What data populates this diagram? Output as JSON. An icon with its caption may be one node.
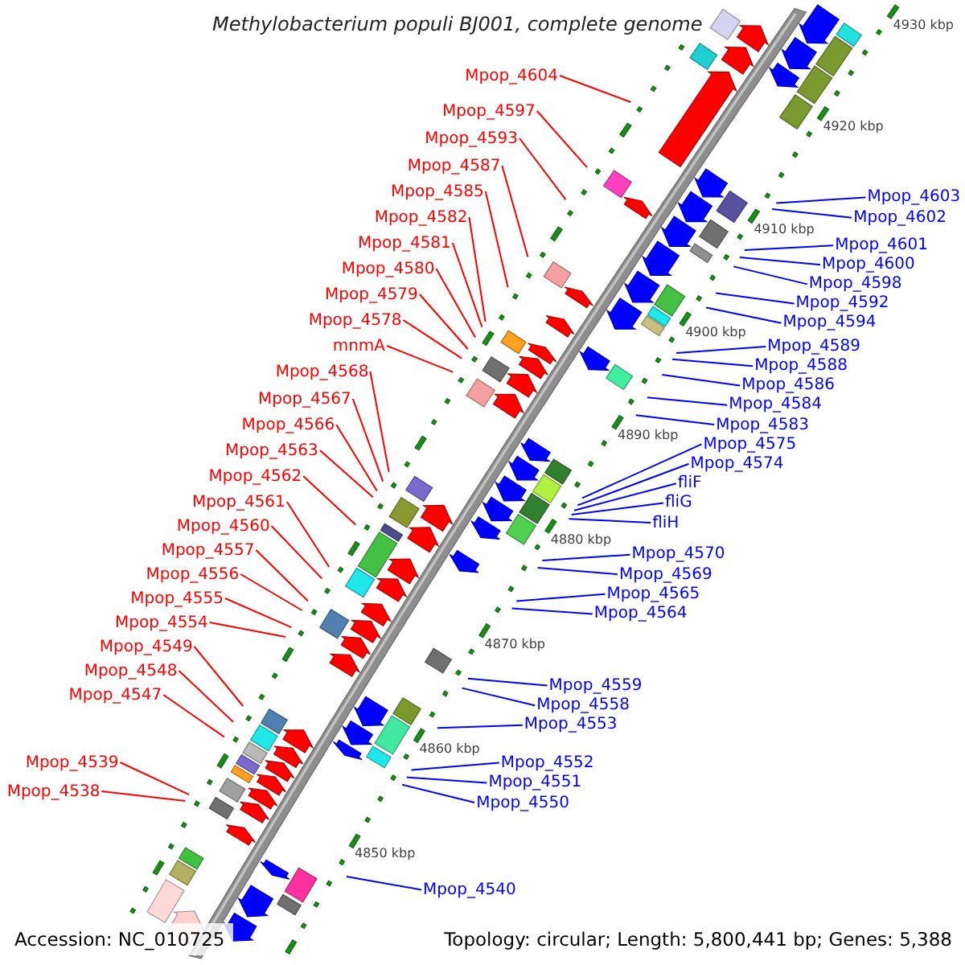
{
  "diagram": {
    "title": "Methylobacterium populi BJ001, complete genome",
    "nodes": [
      {
        "text": [
          "Mpop_4604"
        ]
      },
      {
        "text": [
          "Mpop_4597"
        ]
      },
      {
        "text": [
          "Mpop_4593"
        ]
      },
      {
        "text": [
          "Mpop_4587"
        ]
      },
      {
        "text": [
          "Mpop_4585"
        ]
      },
      {
        "text": [
          "Mpop_4582"
        ]
      },
      {
        "text": [
          "Mpop_4581"
        ]
      },
      {
        "text": [
          "Mpop_4580"
        ]
      },
      {
        "text": [
          "Mpop_4579"
        ]
      },
      {
        "text": [
          "Mpop_4578"
        ]
      },
      {
        "text": [
          "mnmA"
        ]
      },
      {
        "text": [
          "Mpop_4568"
        ]
      },
      {
        "text": [
          "Mpop_4567"
        ]
      },
      {
        "text": [
          "Mpop_4566"
        ]
      },
      {
        "text": [
          "Mpop_4563"
        ]
      },
      {
        "text": [
          "Mpop_4562"
        ]
      },
      {
        "text": [
          "Mpop_4561"
        ]
      },
      {
        "text": [
          "Mpop_4560"
        ]
      },
      {
        "text": [
          "Mpop_4557"
        ]
      },
      {
        "text": [
          "Mpop_4556"
        ]
      },
      {
        "text": [
          "Mpop_4555"
        ]
      },
      {
        "text": [
          "Mpop_4554"
        ]
      },
      {
        "text": [
          "Mpop_4549"
        ]
      },
      {
        "text": [
          "Mpop_4548"
        ]
      },
      {
        "text": [
          "Mpop_4547"
        ]
      },
      {
        "text": [
          "Mpop_4539"
        ]
      },
      {
        "text": [
          "Mpop_4538"
        ]
      },
      {
        "text": [
          "Mpop_4603"
        ]
      },
      {
        "text": [
          "Mpop_4602"
        ]
      },
      {
        "text": [
          "Mpop_4601"
        ]
      },
      {
        "text": [
          "Mpop_4600"
        ]
      },
      {
        "text": [
          "Mpop_4598"
        ]
      },
      {
        "text": [
          "Mpop_4592"
        ]
      },
      {
        "text": [
          "Mpop_4594"
        ]
      },
      {
        "text": [
          "Mpop_4589"
        ]
      },
      {
        "text": [
          "Mpop_4588"
        ]
      },
      {
        "text": [
          "Mpop_4586"
        ]
      },
      {
        "text": [
          "Mpop_4584"
        ]
      },
      {
        "text": [
          "Mpop_4583"
        ]
      },
      {
        "text": [
          "Mpop_4575"
        ]
      },
      {
        "text": [
          "Mpop_4574"
        ]
      },
      {
        "text": [
          "fliF"
        ]
      },
      {
        "text": [
          "fliG"
        ]
      },
      {
        "text": [
          "fliH"
        ]
      },
      {
        "text": [
          "Mpop_4570"
        ]
      },
      {
        "text": [
          "Mpop_4569"
        ]
      },
      {
        "text": [
          "Mpop_4565"
        ]
      },
      {
        "text": [
          "Mpop_4564"
        ]
      },
      {
        "text": [
          "Mpop_4559"
        ]
      },
      {
        "text": [
          "Mpop_4558"
        ]
      },
      {
        "text": [
          "Mpop_4553"
        ]
      },
      {
        "text": [
          "Mpop_4552"
        ]
      },
      {
        "text": [
          "Mpop_4551"
        ]
      },
      {
        "text": [
          "Mpop_4550"
        ]
      },
      {
        "text": [
          "Mpop_4540"
        ]
      }
    ],
    "edges": [
      {
        "from": 0,
        "to": null,
        "arrow": "none",
        "color": "#ff0000"
      },
      {
        "from": 1,
        "to": null,
        "arrow": "none",
        "color": "#ff0000"
      },
      {
        "from": 2,
        "to": null,
        "arrow": "none",
        "color": "#ff0000"
      },
      {
        "from": 3,
        "to": null,
        "arrow": "none",
        "color": "#ff0000"
      },
      {
        "from": 4,
        "to": null,
        "arrow": "none",
        "color": "#ff0000"
      },
      {
        "from": 5,
        "to": null,
        "arrow": "none",
        "color": "#ff0000"
      },
      {
        "from": 6,
        "to": null,
        "arrow": "none",
        "color": "#ff0000"
      },
      {
        "from": 7,
        "to": null,
        "arrow": "none",
        "color": "#ff0000"
      },
      {
        "from": 8,
        "to": null,
        "arrow": "none",
        "color": "#ff0000"
      },
      {
        "from": 9,
        "to": null,
        "arrow": "none",
        "color": "#ff0000"
      },
      {
        "from": 10,
        "to": null,
        "arrow": "none",
        "color": "#ff0000"
      },
      {
        "from": 11,
        "to": null,
        "arrow": "none",
        "color": "#ff0000"
      },
      {
        "from": 12,
        "to": null,
        "arrow": "none",
        "color": "#ff0000"
      },
      {
        "from": 13,
        "to": null,
        "arrow": "none",
        "color": "#ff0000"
      },
      {
        "from": 14,
        "to": null,
        "arrow": "none",
        "color": "#ff0000"
      },
      {
        "from": 15,
        "to": null,
        "arrow": "none",
        "color": "#ff0000"
      },
      {
        "from": 16,
        "to": null,
        "arrow": "none",
        "color": "#ff0000"
      },
      {
        "from": 17,
        "to": null,
        "arrow": "none",
        "color": "#ff0000"
      },
      {
        "from": 18,
        "to": null,
        "arrow": "none",
        "color": "#ff0000"
      },
      {
        "from": 19,
        "to": null,
        "arrow": "none",
        "color": "#ff0000"
      },
      {
        "from": 20,
        "to": null,
        "arrow": "none",
        "color": "#ff0000"
      },
      {
        "from": 21,
        "to": null,
        "arrow": "none",
        "color": "#ff0000"
      },
      {
        "from": 22,
        "to": null,
        "arrow": "none",
        "color": "#ff0000"
      },
      {
        "from": 23,
        "to": null,
        "arrow": "none",
        "color": "#ff0000"
      },
      {
        "from": 24,
        "to": null,
        "arrow": "none",
        "color": "#ff0000"
      },
      {
        "from": 25,
        "to": null,
        "arrow": "none",
        "color": "#ff0000"
      },
      {
        "from": 26,
        "to": null,
        "arrow": "none",
        "color": "#ff0000"
      },
      {
        "from": 27,
        "to": null,
        "arrow": "none"
      },
      {
        "from": 28,
        "to": null,
        "arrow": "none"
      },
      {
        "from": 29,
        "to": null,
        "arrow": "none"
      },
      {
        "from": 30,
        "to": null,
        "arrow": "none"
      },
      {
        "from": 31,
        "to": null,
        "arrow": "none"
      },
      {
        "from": 32,
        "to": null,
        "arrow": "none"
      },
      {
        "from": 33,
        "to": null,
        "arrow": "none"
      },
      {
        "from": 34,
        "to": null,
        "arrow": "none"
      },
      {
        "from": 35,
        "to": null,
        "arrow": "none"
      },
      {
        "from": 36,
        "to": null,
        "arrow": "none"
      },
      {
        "from": 37,
        "to": null,
        "arrow": "none"
      },
      {
        "from": 38,
        "to": null,
        "arrow": "none"
      },
      {
        "from": 39,
        "to": null,
        "arrow": "none"
      },
      {
        "from": 40,
        "to": null,
        "arrow": "none"
      },
      {
        "from": 41,
        "to": null,
        "arrow": "none"
      },
      {
        "from": 42,
        "to": null,
        "arrow": "none"
      },
      {
        "from": 43,
        "to": null,
        "arrow": "none"
      },
      {
        "from": 44,
        "to": null,
        "arrow": "none"
      },
      {
        "from": 45,
        "to": null,
        "arrow": "none"
      },
      {
        "from": 46,
        "to": null,
        "arrow": "none"
      },
      {
        "from": 47,
        "to": null,
        "arrow": "none"
      },
      {
        "from": 48,
        "to": null,
        "arrow": "none"
      },
      {
        "from": 49,
        "to": null,
        "arrow": "none"
      },
      {
        "from": 50,
        "to": null,
        "arrow": "none"
      },
      {
        "from": 51,
        "to": null,
        "arrow": "none"
      },
      {
        "from": 52,
        "to": null,
        "arrow": "none"
      },
      {
        "from": 53,
        "to": null,
        "arrow": "none"
      },
      {
        "from": 54,
        "to": null,
        "arrow": "none"
      }
    ],
    "labels": [
      "4930 kbp",
      "4920 kbp",
      "4910 kbp",
      "4900 kbp",
      "4890 kbp",
      "4880 kbp",
      "4870 kbp",
      "4860 kbp",
      "4850 kbp",
      "Accession: NC_010725",
      "Topology: circular; Length: 5,800,441 bp; Genes: 5,388"
    ]
  }
}
